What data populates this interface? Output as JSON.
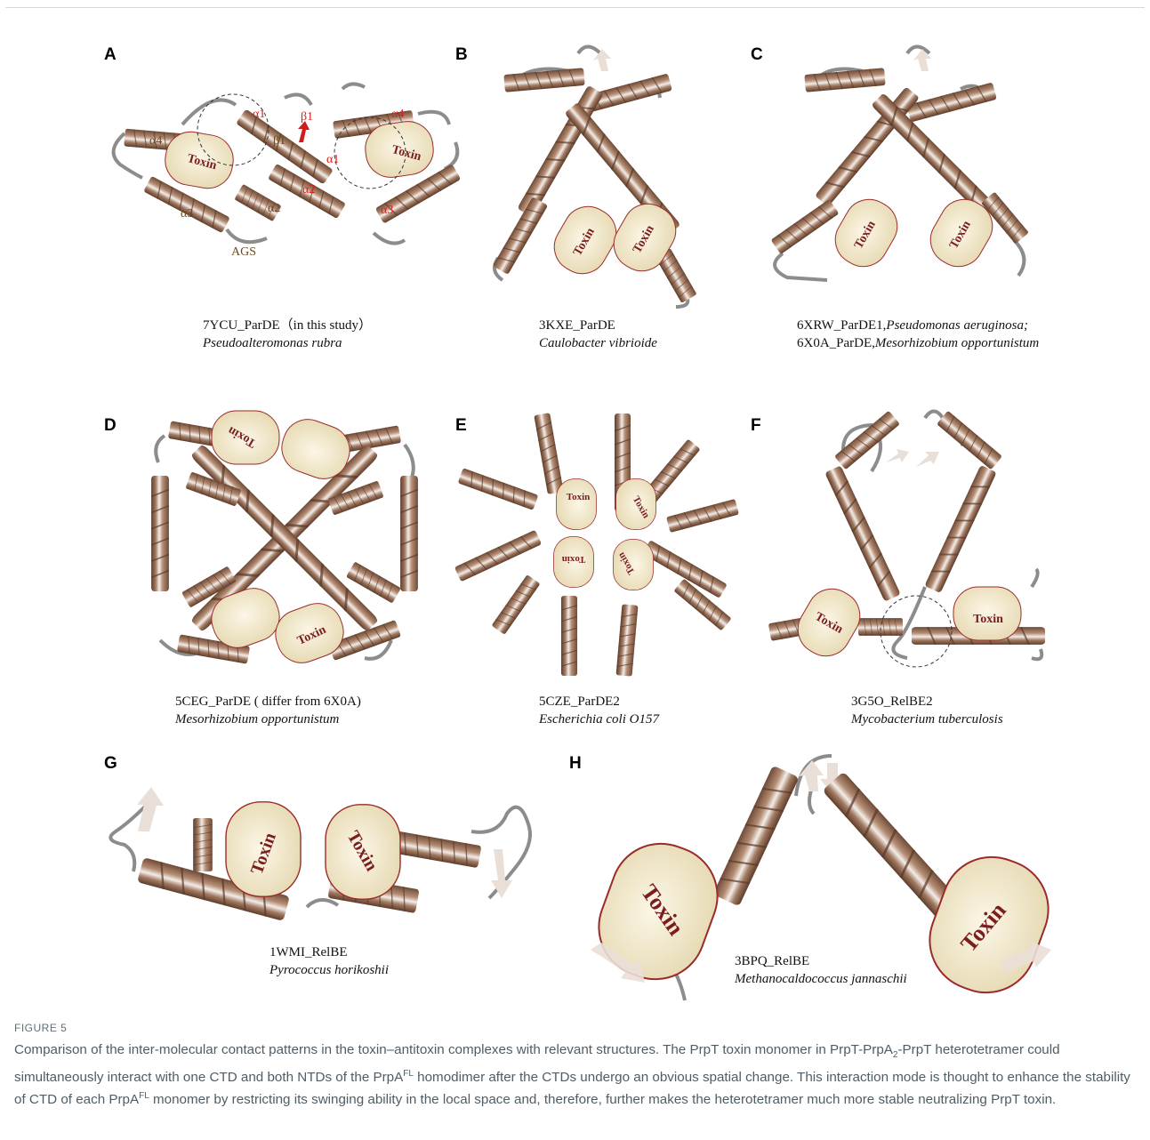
{
  "figure": {
    "label": "FIGURE 5",
    "caption": {
      "s1": "Comparison of the inter-molecular contact patterns in the toxin–antitoxin complexes with relevant structures. The PrpT toxin monomer in PrpT-PrpA",
      "sub1": "2",
      "s2": "-PrpT heterotetramer could simultaneously interact with one CTD and both NTDs of the PrpA",
      "sup1": "FL",
      "s3": " homodimer after the CTDs undergo an obvious spatial change. This interaction mode is thought to enhance the stability of CTD of each PrpA",
      "sup2": "FL",
      "s4": " monomer by restricting its swinging ability in the local space and, therefore, further makes the heterotetramer much more stable neutralizing PrpT toxin."
    }
  },
  "panels": {
    "A": {
      "label": "A",
      "line1": "7YCU_ParDE（in this study）",
      "line2": "Pseudoalteromonas rubra"
    },
    "B": {
      "label": "B",
      "line1": "3KXE_ParDE",
      "line2": "Caulobacter vibrioide"
    },
    "C": {
      "label": "C",
      "line1a": "6XRW_ParDE1,",
      "line1b": "Pseudomonas aeruginosa;",
      "line2a": "6X0A_ParDE,",
      "line2b": "Mesorhizobium opportunistum"
    },
    "D": {
      "label": "D",
      "line1": "5CEG_ParDE ( differ from 6X0A)",
      "line2": "Mesorhizobium opportunistum"
    },
    "E": {
      "label": "E",
      "line1": "5CZE_ParDE2",
      "line2": "Escherichia coli O157"
    },
    "F": {
      "label": "F",
      "line1": "3G5O_RelBE2",
      "line2": "Mycobacterium tuberculosis"
    },
    "G": {
      "label": "G",
      "line1": "1WMI_RelBE",
      "line2": "Pyrococcus horikoshii"
    },
    "H": {
      "label": "H",
      "line1": "3BPQ_RelBE",
      "line2": "Methanocaldococcus jannaschii"
    }
  },
  "toxin_label": "Toxin",
  "ss_labels": {
    "alpha1": "α1",
    "alpha2": "α2",
    "alpha3": "α3",
    "alpha4": "α4",
    "beta1": "β1",
    "ags": "AGS"
  },
  "colors": {
    "helix": "#a27a62",
    "helix_light": "#e9e1dc",
    "toxin_fill": "#efe6c8",
    "toxin_stroke": "#9a2b2b",
    "toxin_text": "#7b1d1d",
    "loop": "#8c8c8c",
    "red_label": "#e01b1b",
    "brown_label": "#6b4a1f",
    "caption": "#4e5d66"
  }
}
